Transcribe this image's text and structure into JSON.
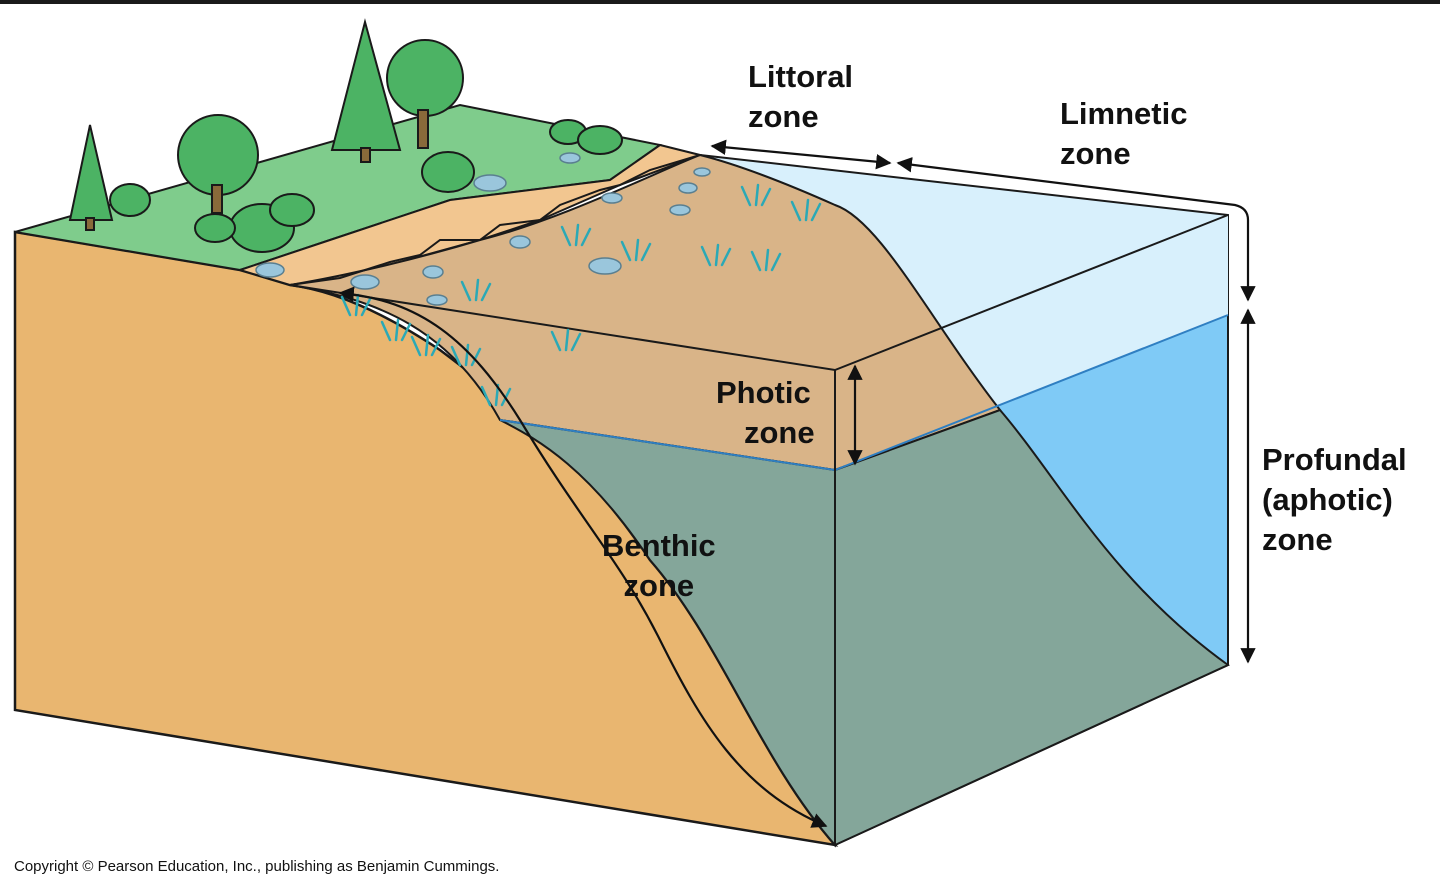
{
  "labels": {
    "littoral_line1": "Littoral",
    "littoral_line2": "zone",
    "limnetic_line1": "Limnetic",
    "limnetic_line2": "zone",
    "photic_line1": "Photic",
    "photic_line2": "zone",
    "profundal_line1": "Profundal",
    "profundal_line2": "(aphotic)",
    "profundal_line3": "zone",
    "benthic_line1": "Benthic",
    "benthic_line2": "zone"
  },
  "copyright": "Copyright © Pearson Education, Inc., publishing as Benjamin Cummings.",
  "colors": {
    "grass": "#7fcc8c",
    "sand_strip": "#f2c690",
    "soil": "#e9b670",
    "littoral_bank": "#d9b488",
    "surface_water": "#d8f0fc",
    "deep_water": "#7fcaf6",
    "lake_front_dark": "#84a69a",
    "photic_front": "#d6b887",
    "tree": "#4cb364",
    "outline": "#1a1a1a",
    "plants": "#2ba9b6",
    "rocks": "#9ac6dc"
  }
}
